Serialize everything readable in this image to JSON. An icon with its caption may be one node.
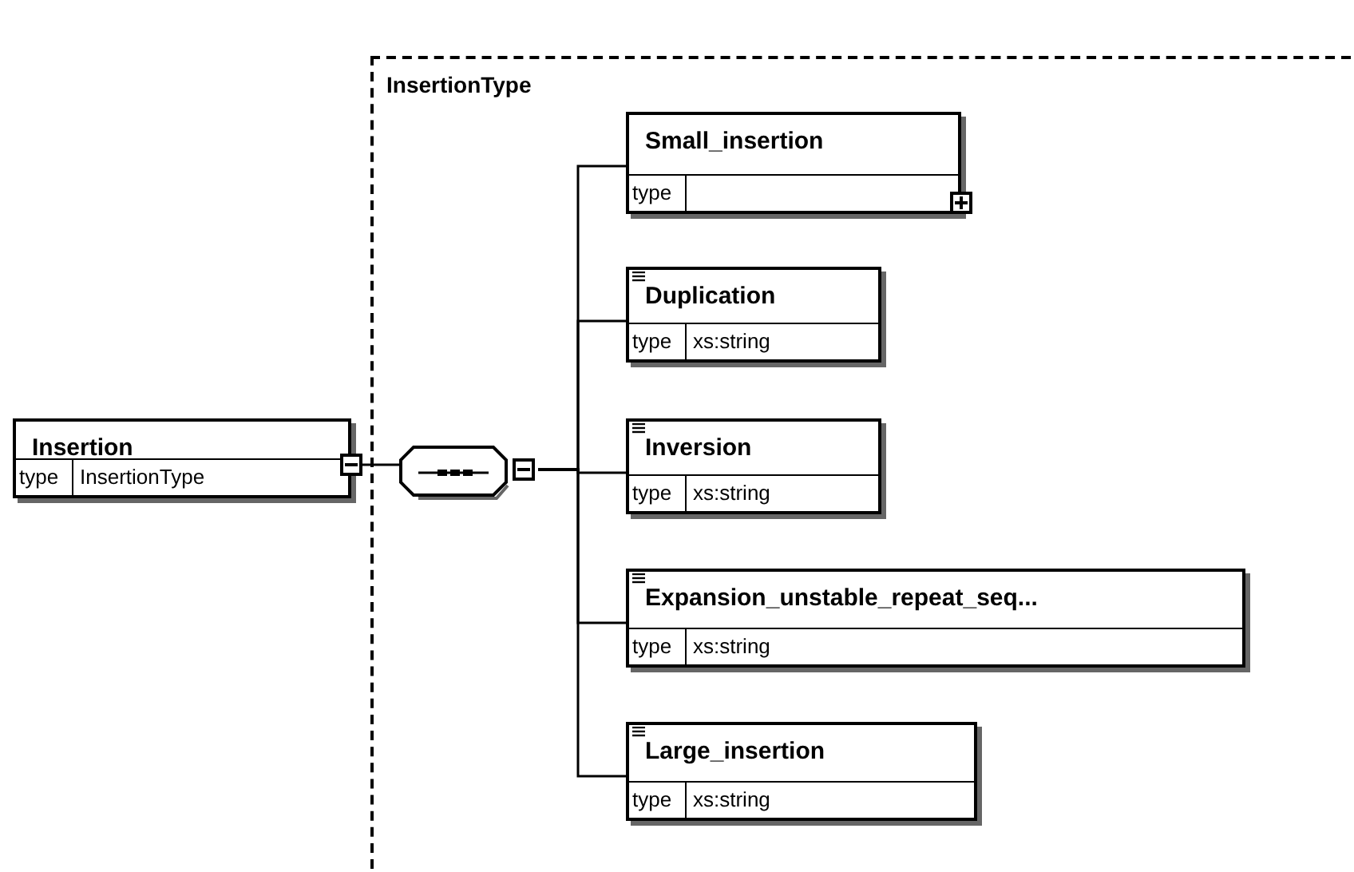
{
  "diagram": {
    "nodes": [
      {
        "text": [
          "Insertion",
          "type",
          "InsertionType"
        ]
      },
      {
        "text": [
          "InsertionType"
        ]
      },
      {
        "text": [],
        "shape": "octagon",
        "in": 1
      },
      {
        "text": [
          "Small_insertion",
          "type"
        ],
        "in": 1
      },
      {
        "text": [
          "Duplication",
          "type",
          "xs:string"
        ],
        "in": 1
      },
      {
        "text": [
          "Inversion",
          "type",
          "xs:string"
        ],
        "in": 1
      },
      {
        "text": [
          "Expansion_unstable_repeat_seq...",
          "type",
          "xs:string"
        ],
        "in": 1
      },
      {
        "text": [
          "Large_insertion",
          "type",
          "xs:string"
        ],
        "in": 1
      }
    ],
    "edges": [
      {
        "from": 0,
        "to": 2,
        "arrow": "none"
      },
      {
        "from": 2,
        "to": 3,
        "arrow": "none"
      },
      {
        "from": 2,
        "to": 4,
        "arrow": "none"
      },
      {
        "from": 2,
        "to": 5,
        "arrow": "none"
      },
      {
        "from": 2,
        "to": 6,
        "arrow": "none"
      },
      {
        "from": 2,
        "to": 7,
        "arrow": "none"
      }
    ]
  }
}
